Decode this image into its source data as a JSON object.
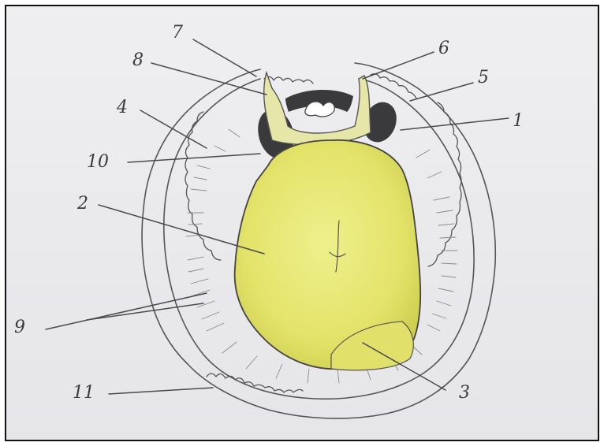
{
  "diagram": {
    "labels": [
      {
        "id": "1",
        "text": "1"
      },
      {
        "id": "2",
        "text": "2"
      },
      {
        "id": "3",
        "text": "3"
      },
      {
        "id": "4",
        "text": "4"
      },
      {
        "id": "5",
        "text": "5"
      },
      {
        "id": "6",
        "text": "6"
      },
      {
        "id": "7",
        "text": "7"
      },
      {
        "id": "8",
        "text": "8"
      },
      {
        "id": "9",
        "text": "9"
      },
      {
        "id": "10",
        "text": "10"
      },
      {
        "id": "11",
        "text": "11"
      }
    ],
    "colors": {
      "foot": "#e3e36a",
      "foot_light": "#eef08c",
      "tentacle_eye": "#3a3a3c",
      "pencil": "#555555",
      "paper": "#ececef"
    }
  }
}
